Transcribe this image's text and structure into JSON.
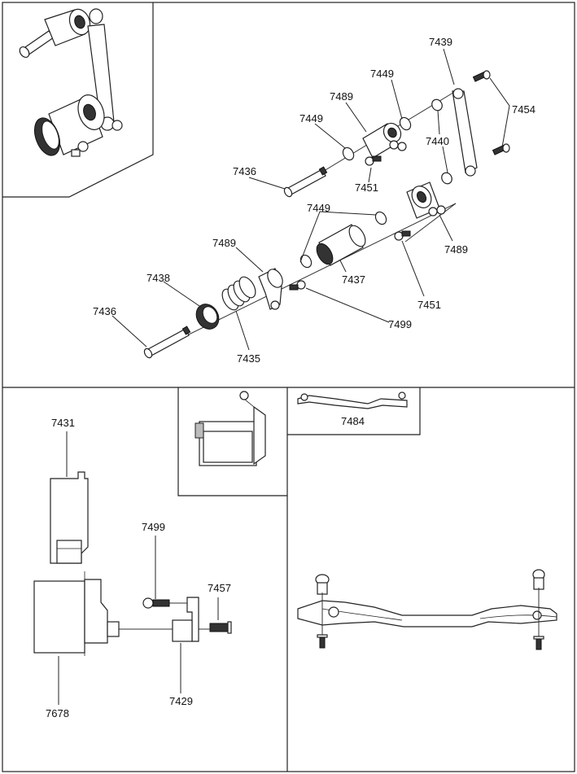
{
  "labels": {
    "p7439": "7439",
    "p7449_a": "7449",
    "p7489_a": "7489",
    "p7449_b": "7449",
    "p7454": "7454",
    "p7440": "7440",
    "p7436_a": "7436",
    "p7451_a": "7451",
    "p7449_c": "7449",
    "p7489_b": "7489",
    "p7489_c": "7489",
    "p7438": "7438",
    "p7437": "7437",
    "p7451_b": "7451",
    "p7436_b": "7436",
    "p7499_a": "7499",
    "p7435": "7435",
    "p7484": "7484",
    "p7431": "7431",
    "p7499_b": "7499",
    "p7457": "7457",
    "p7678": "7678",
    "p7429": "7429"
  }
}
